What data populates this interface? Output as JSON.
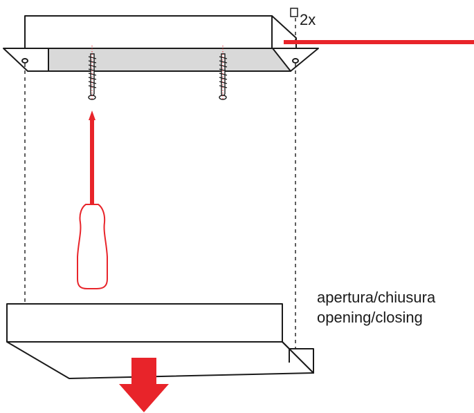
{
  "diagram": {
    "quantity_label": "2x",
    "caption_it": "apertura/chiusura",
    "caption_en": "opening/closing",
    "icons": [
      "screw-icon",
      "screwdriver-icon",
      "down-arrow-icon",
      "square-marker-icon"
    ],
    "colors": {
      "accent": "#e8242a",
      "line": "#1a1a1a",
      "panel_fill": "#d9d9d9",
      "background": "#ffffff"
    }
  }
}
